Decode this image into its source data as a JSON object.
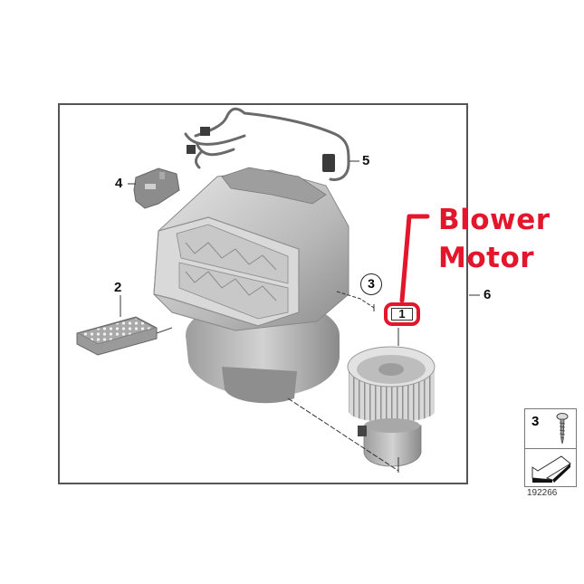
{
  "diagram": {
    "type": "exploded parts diagram",
    "subject": "Heater / A/C blower assembly",
    "callouts": [
      {
        "id": "1",
        "label": "1",
        "part": "Blower motor",
        "style": "boxed",
        "highlighted": true
      },
      {
        "id": "2",
        "label": "2",
        "part": "Resistor / final stage unit"
      },
      {
        "id": "3",
        "label": "3",
        "part": "Screw",
        "style": "circled"
      },
      {
        "id": "4",
        "label": "4",
        "part": "Actuator"
      },
      {
        "id": "5",
        "label": "5",
        "part": "Wiring harness"
      },
      {
        "id": "6",
        "label": "6",
        "part": "Blower housing assembly"
      }
    ],
    "annotation": {
      "line1": "Blower",
      "line2": "Motor",
      "color": "#e3162b"
    },
    "legend": {
      "item_number": "3",
      "item_icon": "screw-icon",
      "direction_icon": "arrow-down-left-icon"
    },
    "diagram_id": "192266",
    "colors": {
      "frame": "#555555",
      "highlight": "#e3162b",
      "part_gray": "#b5b5b5"
    }
  }
}
